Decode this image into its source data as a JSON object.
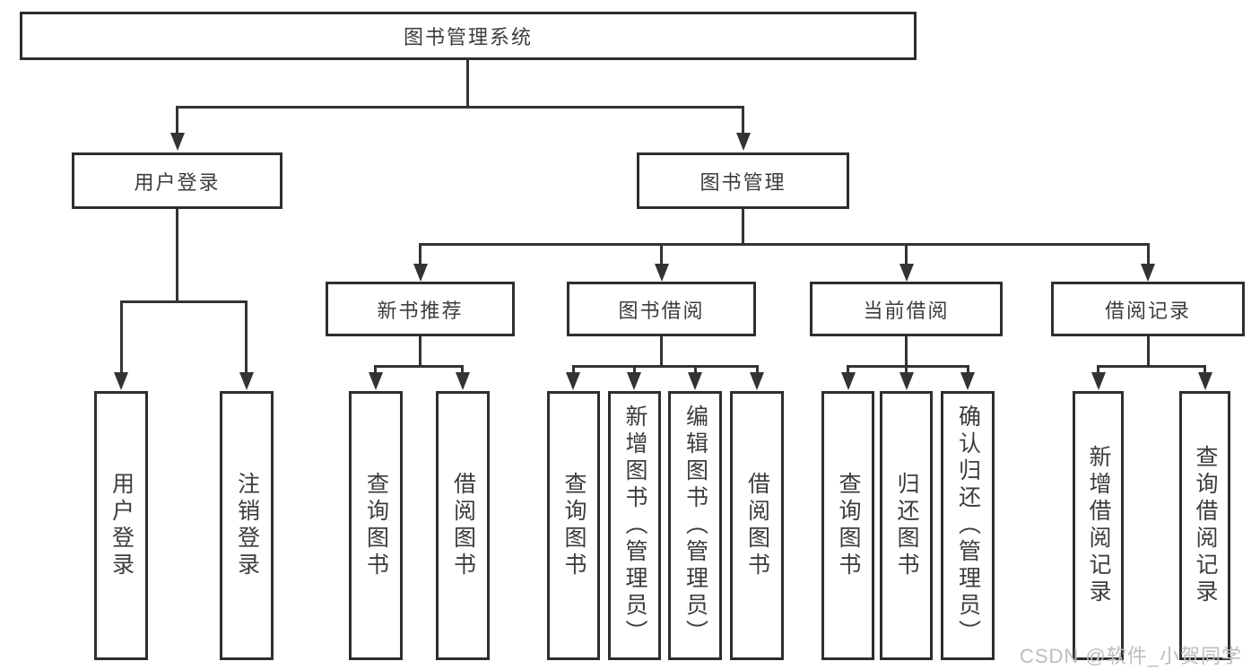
{
  "tree": {
    "root": "图书管理系统",
    "level2": [
      {
        "label": "用户登录",
        "children": [
          {
            "label": "用户登录"
          },
          {
            "label": "注销登录"
          }
        ]
      },
      {
        "label": "图书管理",
        "children": [
          {
            "label": "新书推荐",
            "children": [
              {
                "label": "查询图书"
              },
              {
                "label": "借阅图书"
              }
            ]
          },
          {
            "label": "图书借阅",
            "children": [
              {
                "label": "查询图书"
              },
              {
                "label": "新增图书（管理员）"
              },
              {
                "label": "编辑图书（管理员）"
              },
              {
                "label": "借阅图书"
              }
            ]
          },
          {
            "label": "当前借阅",
            "children": [
              {
                "label": "查询图书"
              },
              {
                "label": "归还图书"
              },
              {
                "label": "确认归还（管理员）"
              }
            ]
          },
          {
            "label": "借阅记录",
            "children": [
              {
                "label": "新增借阅记录"
              },
              {
                "label": "查询借阅记录"
              }
            ]
          }
        ]
      }
    ]
  },
  "watermark": "CSDN @软件_小贺同学",
  "colors": {
    "line": "#333333",
    "border": "#2e2e2e",
    "text": "#3c3c3c",
    "watermark": "#bdbdbd",
    "background": "#ffffff"
  }
}
